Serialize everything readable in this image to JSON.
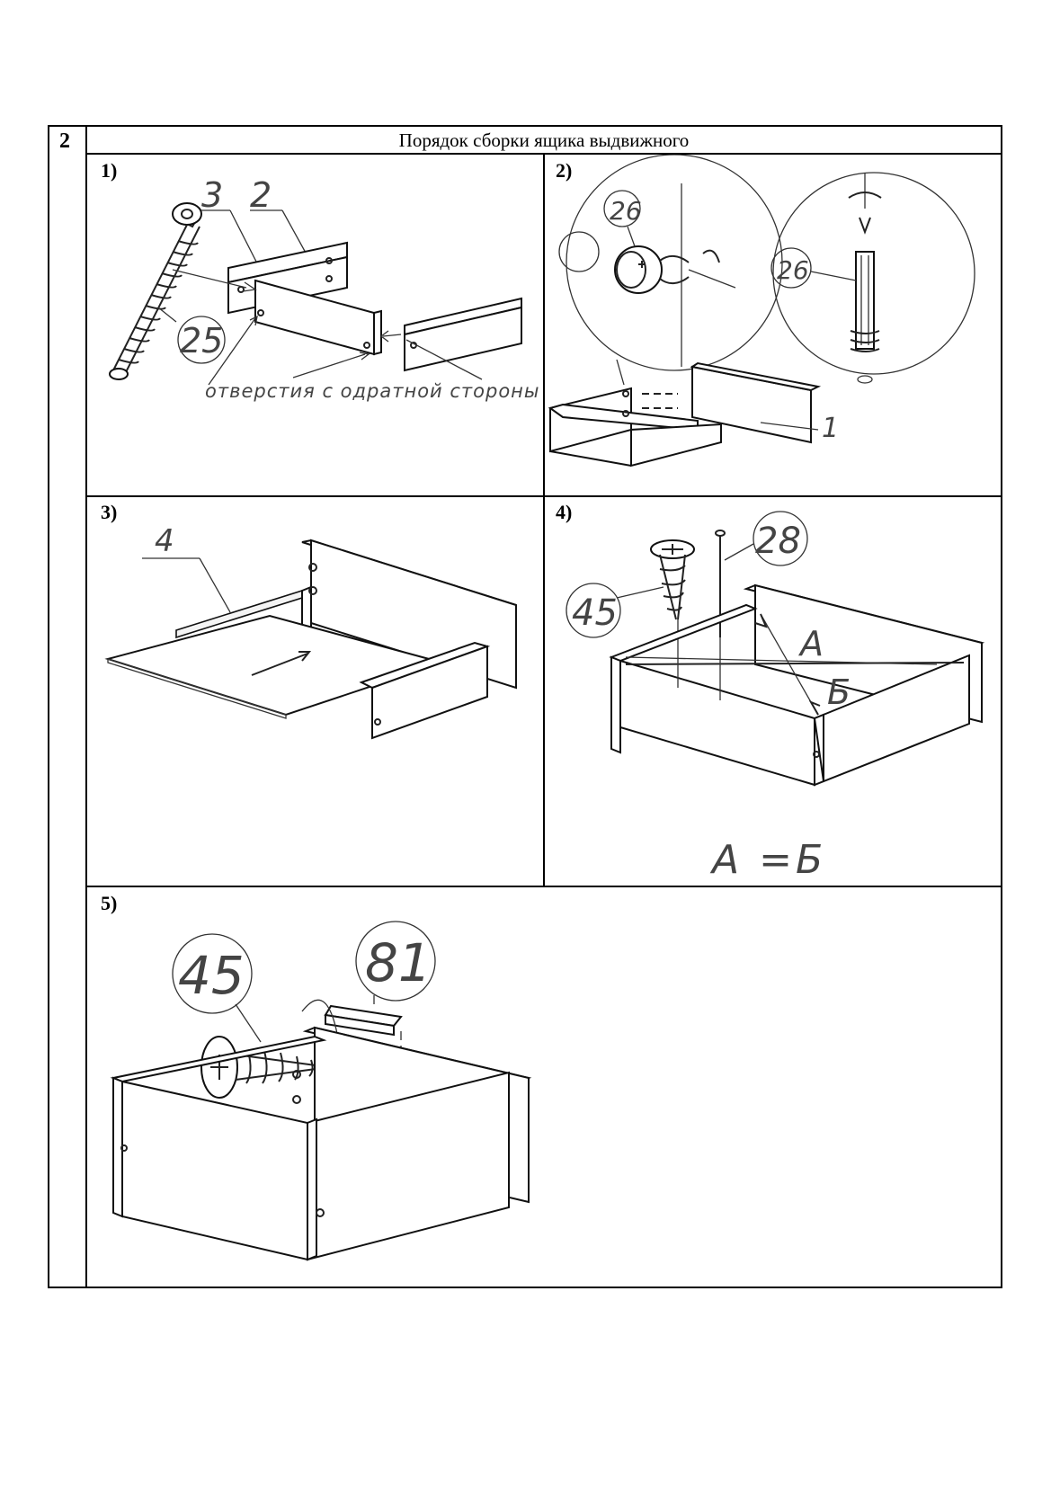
{
  "document": {
    "section_number": "2",
    "title": "Порядок сборки ящика выдвижного"
  },
  "steps": [
    {
      "label": "1)",
      "callouts": [
        "3",
        "2",
        "25"
      ],
      "note": "отверстия с одратной стороны"
    },
    {
      "label": "2)",
      "callouts": [
        "26",
        "26",
        "1"
      ]
    },
    {
      "label": "3)",
      "callouts": [
        "4"
      ]
    },
    {
      "label": "4)",
      "callouts": [
        "45",
        "28",
        "А",
        "Б"
      ],
      "formula": "А =Б"
    },
    {
      "label": "5)",
      "callouts": [
        "45",
        "81"
      ]
    }
  ],
  "icons": [
    "confirmat-screw-icon",
    "cam-lock-icon",
    "wood-dowel-icon",
    "screw-icon",
    "nail-icon",
    "bracket-icon"
  ],
  "colors": {
    "ink": "#000000",
    "paper": "#ffffff"
  }
}
